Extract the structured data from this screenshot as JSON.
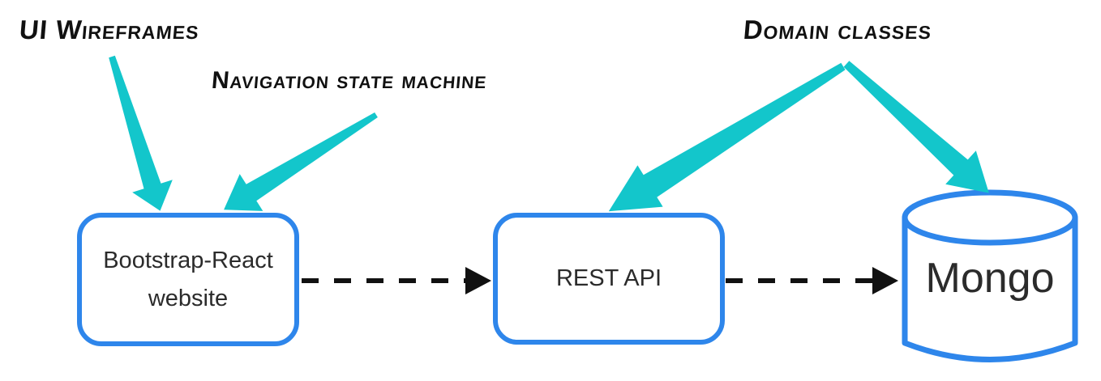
{
  "labels": {
    "ui_wireframes": "UI Wireframes",
    "navigation_state_machine": "Navigation state machine",
    "domain_classes": "Domain classes"
  },
  "nodes": {
    "website": "Bootstrap-React website",
    "rest_api": "REST API",
    "mongo": "Mongo"
  },
  "edges": [
    {
      "from": "website",
      "to": "rest_api",
      "style": "dashed-arrow"
    },
    {
      "from": "rest_api",
      "to": "mongo",
      "style": "dashed-arrow"
    }
  ],
  "annotations": [
    {
      "label": "UI Wireframes",
      "points_to": "website"
    },
    {
      "label": "Navigation state machine",
      "points_to": "website"
    },
    {
      "label": "Domain classes",
      "points_to": "rest_api"
    },
    {
      "label": "Domain classes",
      "points_to": "mongo"
    }
  ],
  "colors": {
    "node_border_blue": "#2E86EB",
    "annotation_teal": "#13C6CB",
    "flow_arrow_black": "#111111",
    "background": "#FFFFFF"
  }
}
